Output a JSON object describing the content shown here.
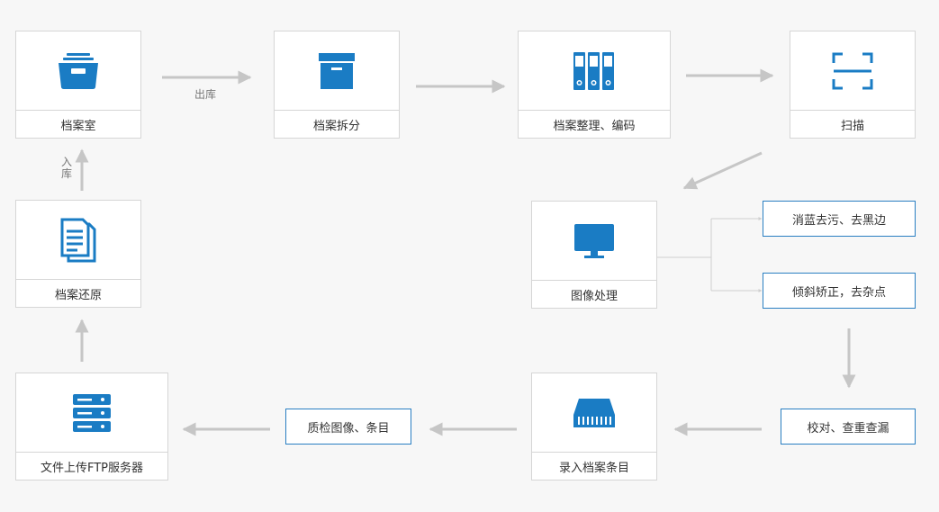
{
  "colors": {
    "icon": "#1a7cc4",
    "arrow": "#c6c6c6",
    "connector": "#cfcfcf",
    "sub_border": "#2a7fc2"
  },
  "steps": {
    "archive_room": {
      "label": "档案室",
      "icon": "file-box-icon"
    },
    "split": {
      "label": "档案拆分",
      "icon": "archive-box-icon"
    },
    "organize": {
      "label": "档案整理、编码",
      "icon": "binders-icon"
    },
    "scan": {
      "label": "扫描",
      "icon": "scan-icon"
    },
    "image_process": {
      "label": "图像处理",
      "icon": "monitor-icon"
    },
    "entry": {
      "label": "录入档案条目",
      "icon": "hard-drive-icon"
    },
    "upload": {
      "label": "文件上传FTP服务器",
      "icon": "server-icon"
    },
    "restore": {
      "label": "档案还原",
      "icon": "documents-icon"
    }
  },
  "substeps": {
    "descreen": "消蓝去污、去黑边",
    "deskew": "倾斜矫正，去杂点",
    "proofread": "校对、查重查漏",
    "quality_check": "质检图像、条目"
  },
  "annotations": {
    "out": "出库",
    "in": "入库"
  }
}
